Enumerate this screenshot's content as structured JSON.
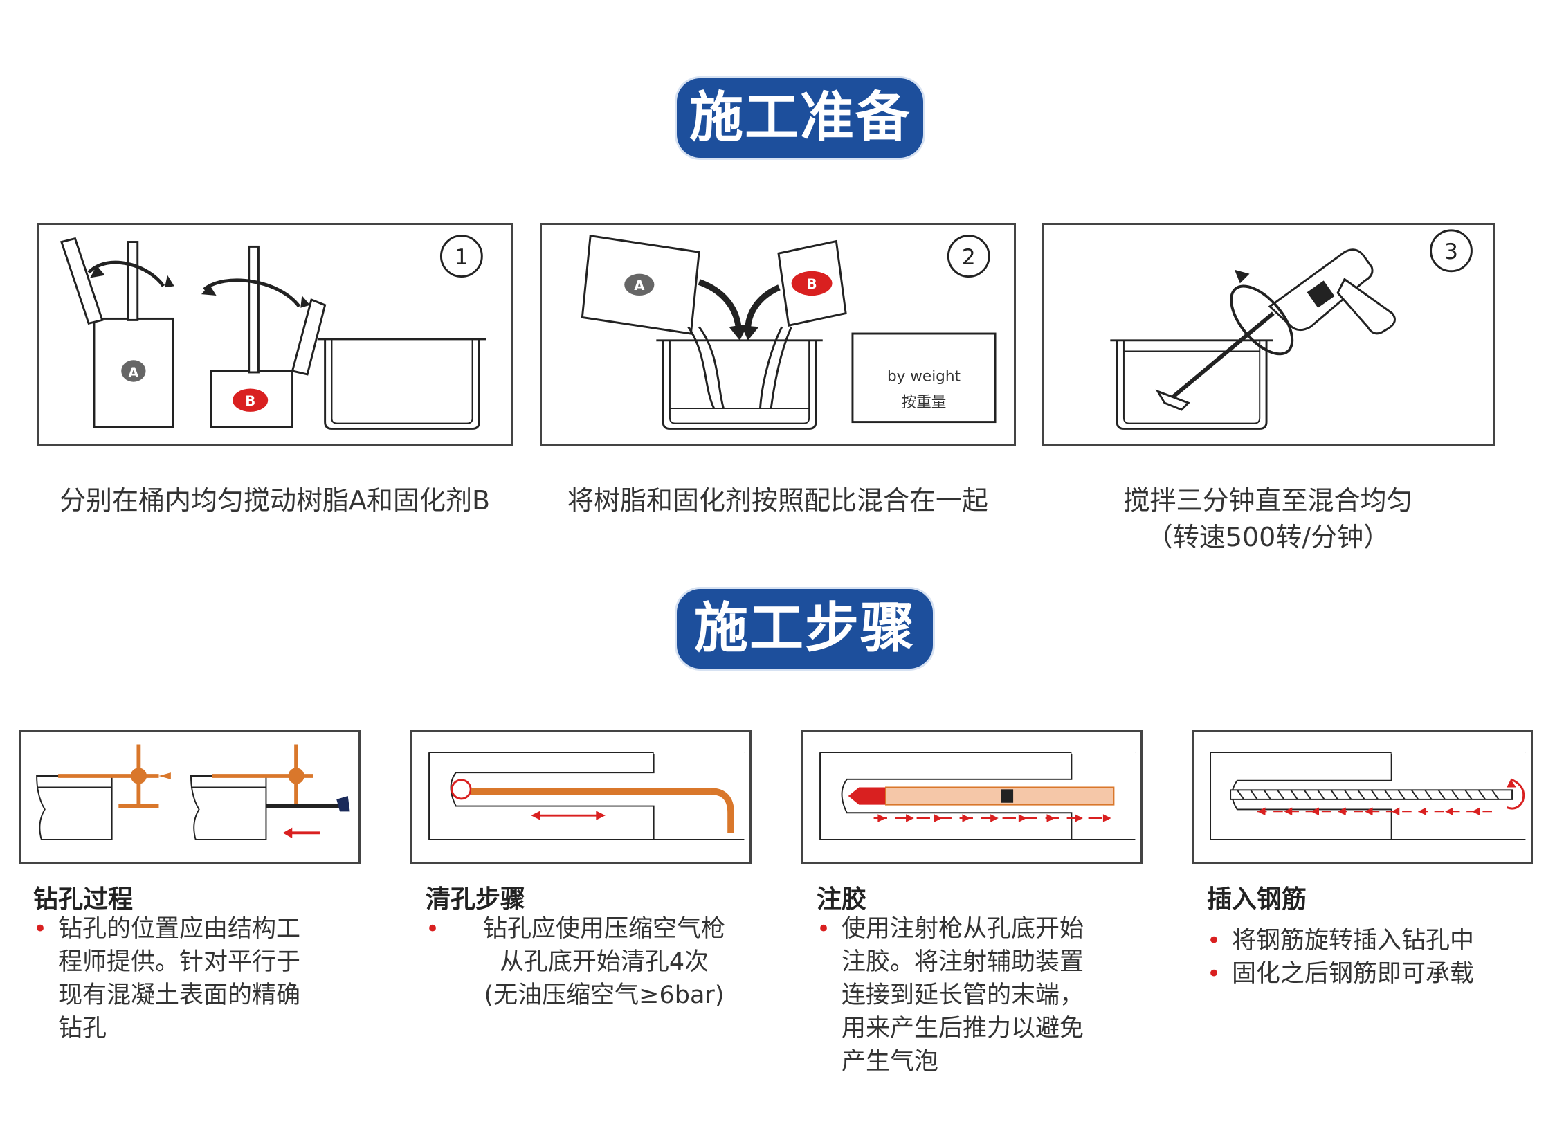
{
  "sections": {
    "prep_title": "施工准备",
    "steps_title": "施工步骤"
  },
  "prep": {
    "panel1": {
      "number": "1",
      "label_a": "A",
      "label_b": "B",
      "caption": "分别在桶内均匀搅动树脂A和固化剂B"
    },
    "panel2": {
      "number": "2",
      "label_a": "A",
      "label_b": "B",
      "weight_en": "by weight",
      "weight_cn": "按重量",
      "caption": "将树脂和固化剂按照配比混合在一起"
    },
    "panel3": {
      "number": "3",
      "caption_line1": "搅拌三分钟直至混合均匀",
      "caption_line2": "（转速500转/分钟）"
    }
  },
  "steps": [
    {
      "title": "钻孔过程",
      "bullets": [
        "钻孔的位置应由结构工\n程师提供。针对平行于\n现有混凝土表面的精确\n钻孔"
      ]
    },
    {
      "title": "清孔步骤",
      "bullets": [
        "钻孔应使用压缩空气枪\n从孔底开始清孔4次\n(无油压缩空气≥6bar)"
      ]
    },
    {
      "title": "注胶",
      "bullets": [
        "使用注射枪从孔底开始\n注胶。将注射辅助装置\n连接到延长管的末端，\n用来产生后推力以避免\n产生气泡"
      ]
    },
    {
      "title": "插入钢筋",
      "bullets": [
        "将钢筋旋转插入钻孔中",
        "固化之后钢筋即可承载"
      ]
    }
  ],
  "colors": {
    "banner": "#1d4f9c",
    "accent_red": "#d92020",
    "orange": "#d9772b"
  }
}
